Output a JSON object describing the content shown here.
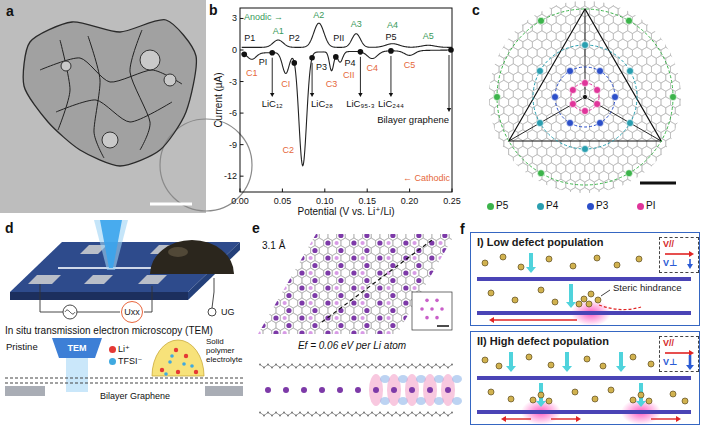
{
  "diagram": {
    "nodes": [
      {
        "text": [
          "Uxx"
        ]
      },
      {
        "text": [
          "TEM"
        ]
      },
      {
        "text": [
          "I) Low defect population",
          "Steric hindrance"
        ]
      },
      {
        "text": [
          "V//",
          "V⊥"
        ],
        "in": 2
      },
      {
        "text": [
          "II) High defect population"
        ]
      },
      {
        "text": [
          "V//",
          "V⊥"
        ],
        "in": 4
      }
    ],
    "labels": [
      "a",
      "b",
      "c",
      "d",
      "e",
      "f",
      "3",
      "0",
      "-3",
      "-6",
      "-9",
      "-12",
      "0.00",
      "0.05",
      "0.10",
      "0.15",
      "0.20",
      "0.25",
      "Current (μA)",
      "Potential (V vs. Li⁺/Li)",
      "Anodic →",
      "← Cathodic",
      "A1",
      "A2",
      "A3",
      "A4",
      "A5",
      "C1",
      "CI",
      "C2",
      "C3",
      "CII",
      "C4",
      "C5",
      "P1",
      "PI",
      "P2",
      "P3",
      "PII",
      "P4",
      "P5",
      "LiC₁₂",
      "LiC₂₈",
      "LiC₉₅.₃",
      "LiC₂₄₄",
      "Bilayer graphene",
      "UG",
      "In situ transmission electron microscopy (TEM)",
      "Pristine",
      "Solid polymer electrolyte",
      "Bilayer Graphene",
      "3.1 Å",
      "Ef = 0.06 eV per Li atom"
    ],
    "legend": [
      {
        "text": "P5",
        "color": "#3cb44b"
      },
      {
        "text": "P4",
        "color": "#2a9fb0"
      },
      {
        "text": "P3",
        "color": "#2c4fc9"
      },
      {
        "text": "PI",
        "color": "#e0359a"
      },
      {
        "text": "Li⁺",
        "color": "#e53935"
      },
      {
        "text": "TFSI⁻",
        "color": "#3fa9e0"
      }
    ]
  }
}
